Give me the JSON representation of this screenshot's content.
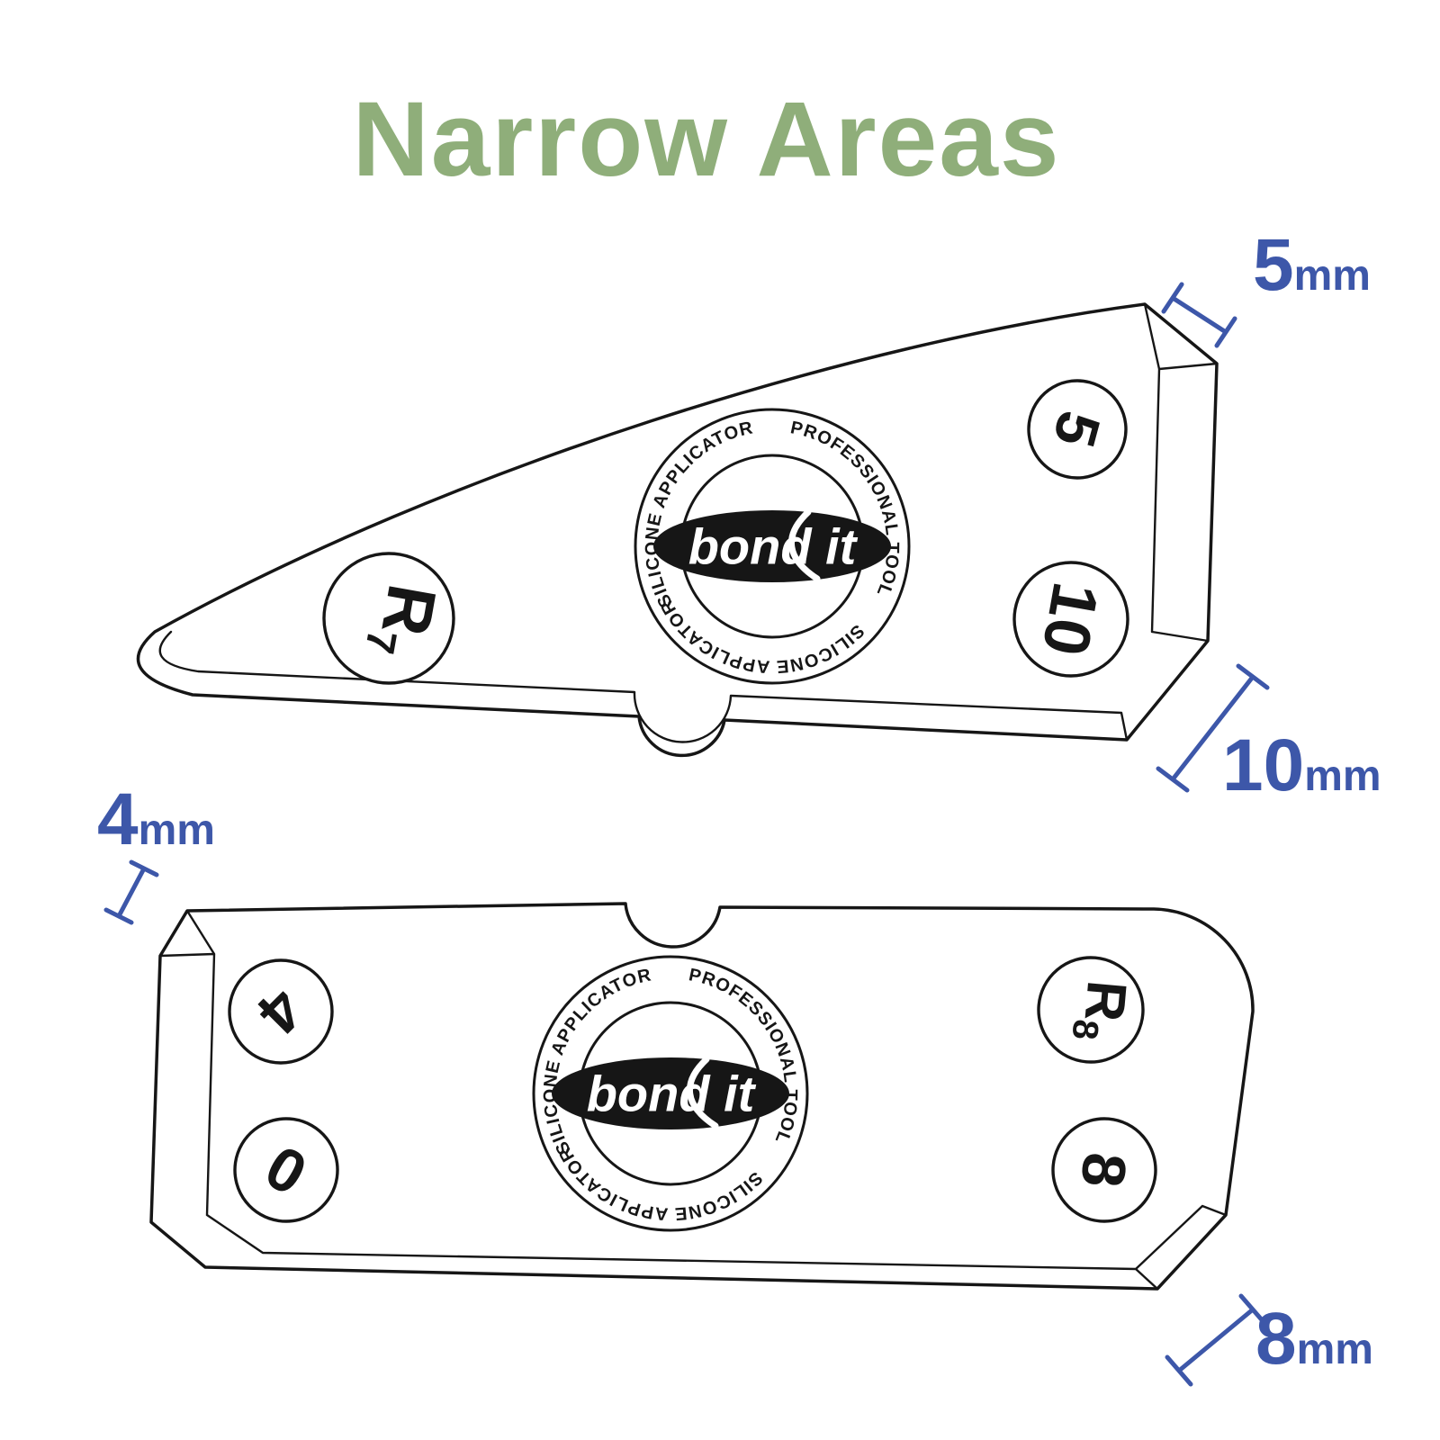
{
  "title": "Narrow Areas",
  "colors": {
    "title_green": "#8fae7a",
    "dimension_blue": "#3d57a9",
    "ink": "#161616",
    "background": "#ffffff"
  },
  "logo": {
    "brand": "bond it",
    "ring": "SILICONE APPLICATOR      PROFESSIONAL TOOL      SILICONE APPLICATOR      PROFESSIONAL TOOL"
  },
  "top_tool": {
    "label_left": {
      "main": "R",
      "sub": "7"
    },
    "label_top_right": "5",
    "label_bottom_right": "10",
    "dim_top": {
      "value": "5",
      "unit": "mm"
    },
    "dim_bottom": {
      "value": "10",
      "unit": "mm"
    }
  },
  "bottom_tool": {
    "label_top_left": "4",
    "label_bottom_left": "0",
    "label_top_right": {
      "main": "R",
      "sub": "8"
    },
    "label_bottom_right": "8",
    "dim_left": {
      "value": "4",
      "unit": "mm"
    },
    "dim_right": {
      "value": "8",
      "unit": "mm"
    }
  }
}
